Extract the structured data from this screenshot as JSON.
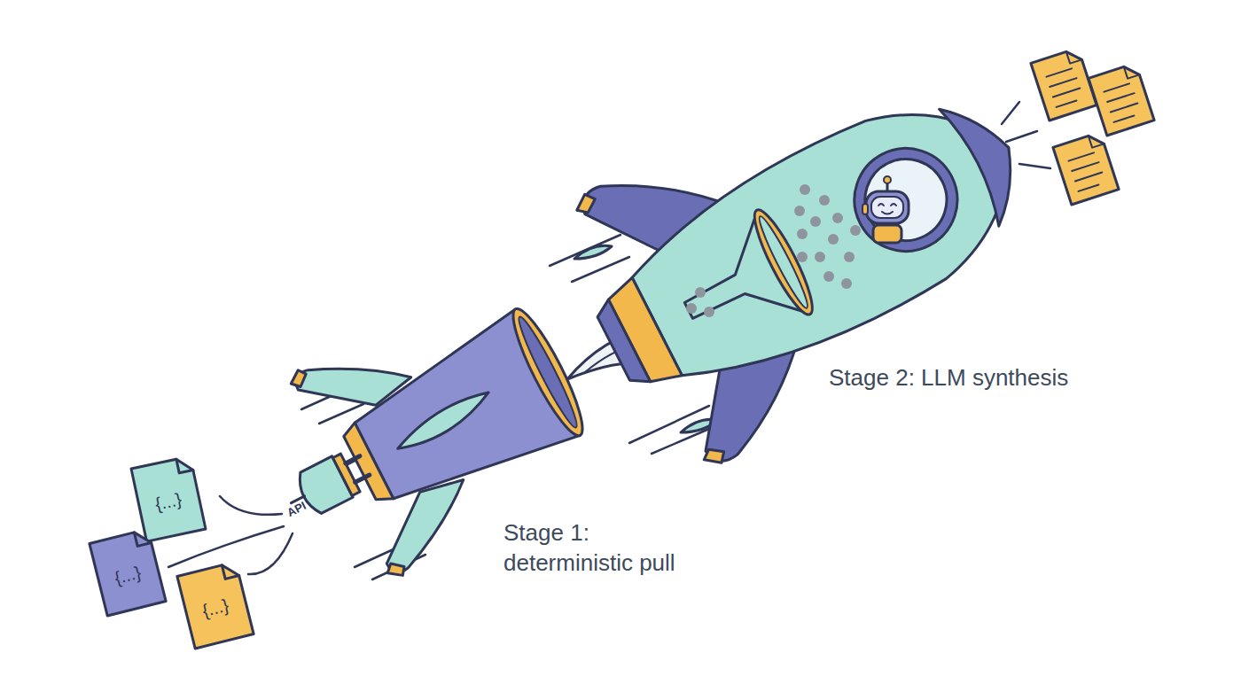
{
  "diagram": {
    "labels": [
      "{...}",
      "{...}",
      "{...}",
      "API",
      "Stage 1: deterministic pull",
      "Stage 2: LLM synthesis"
    ]
  }
}
